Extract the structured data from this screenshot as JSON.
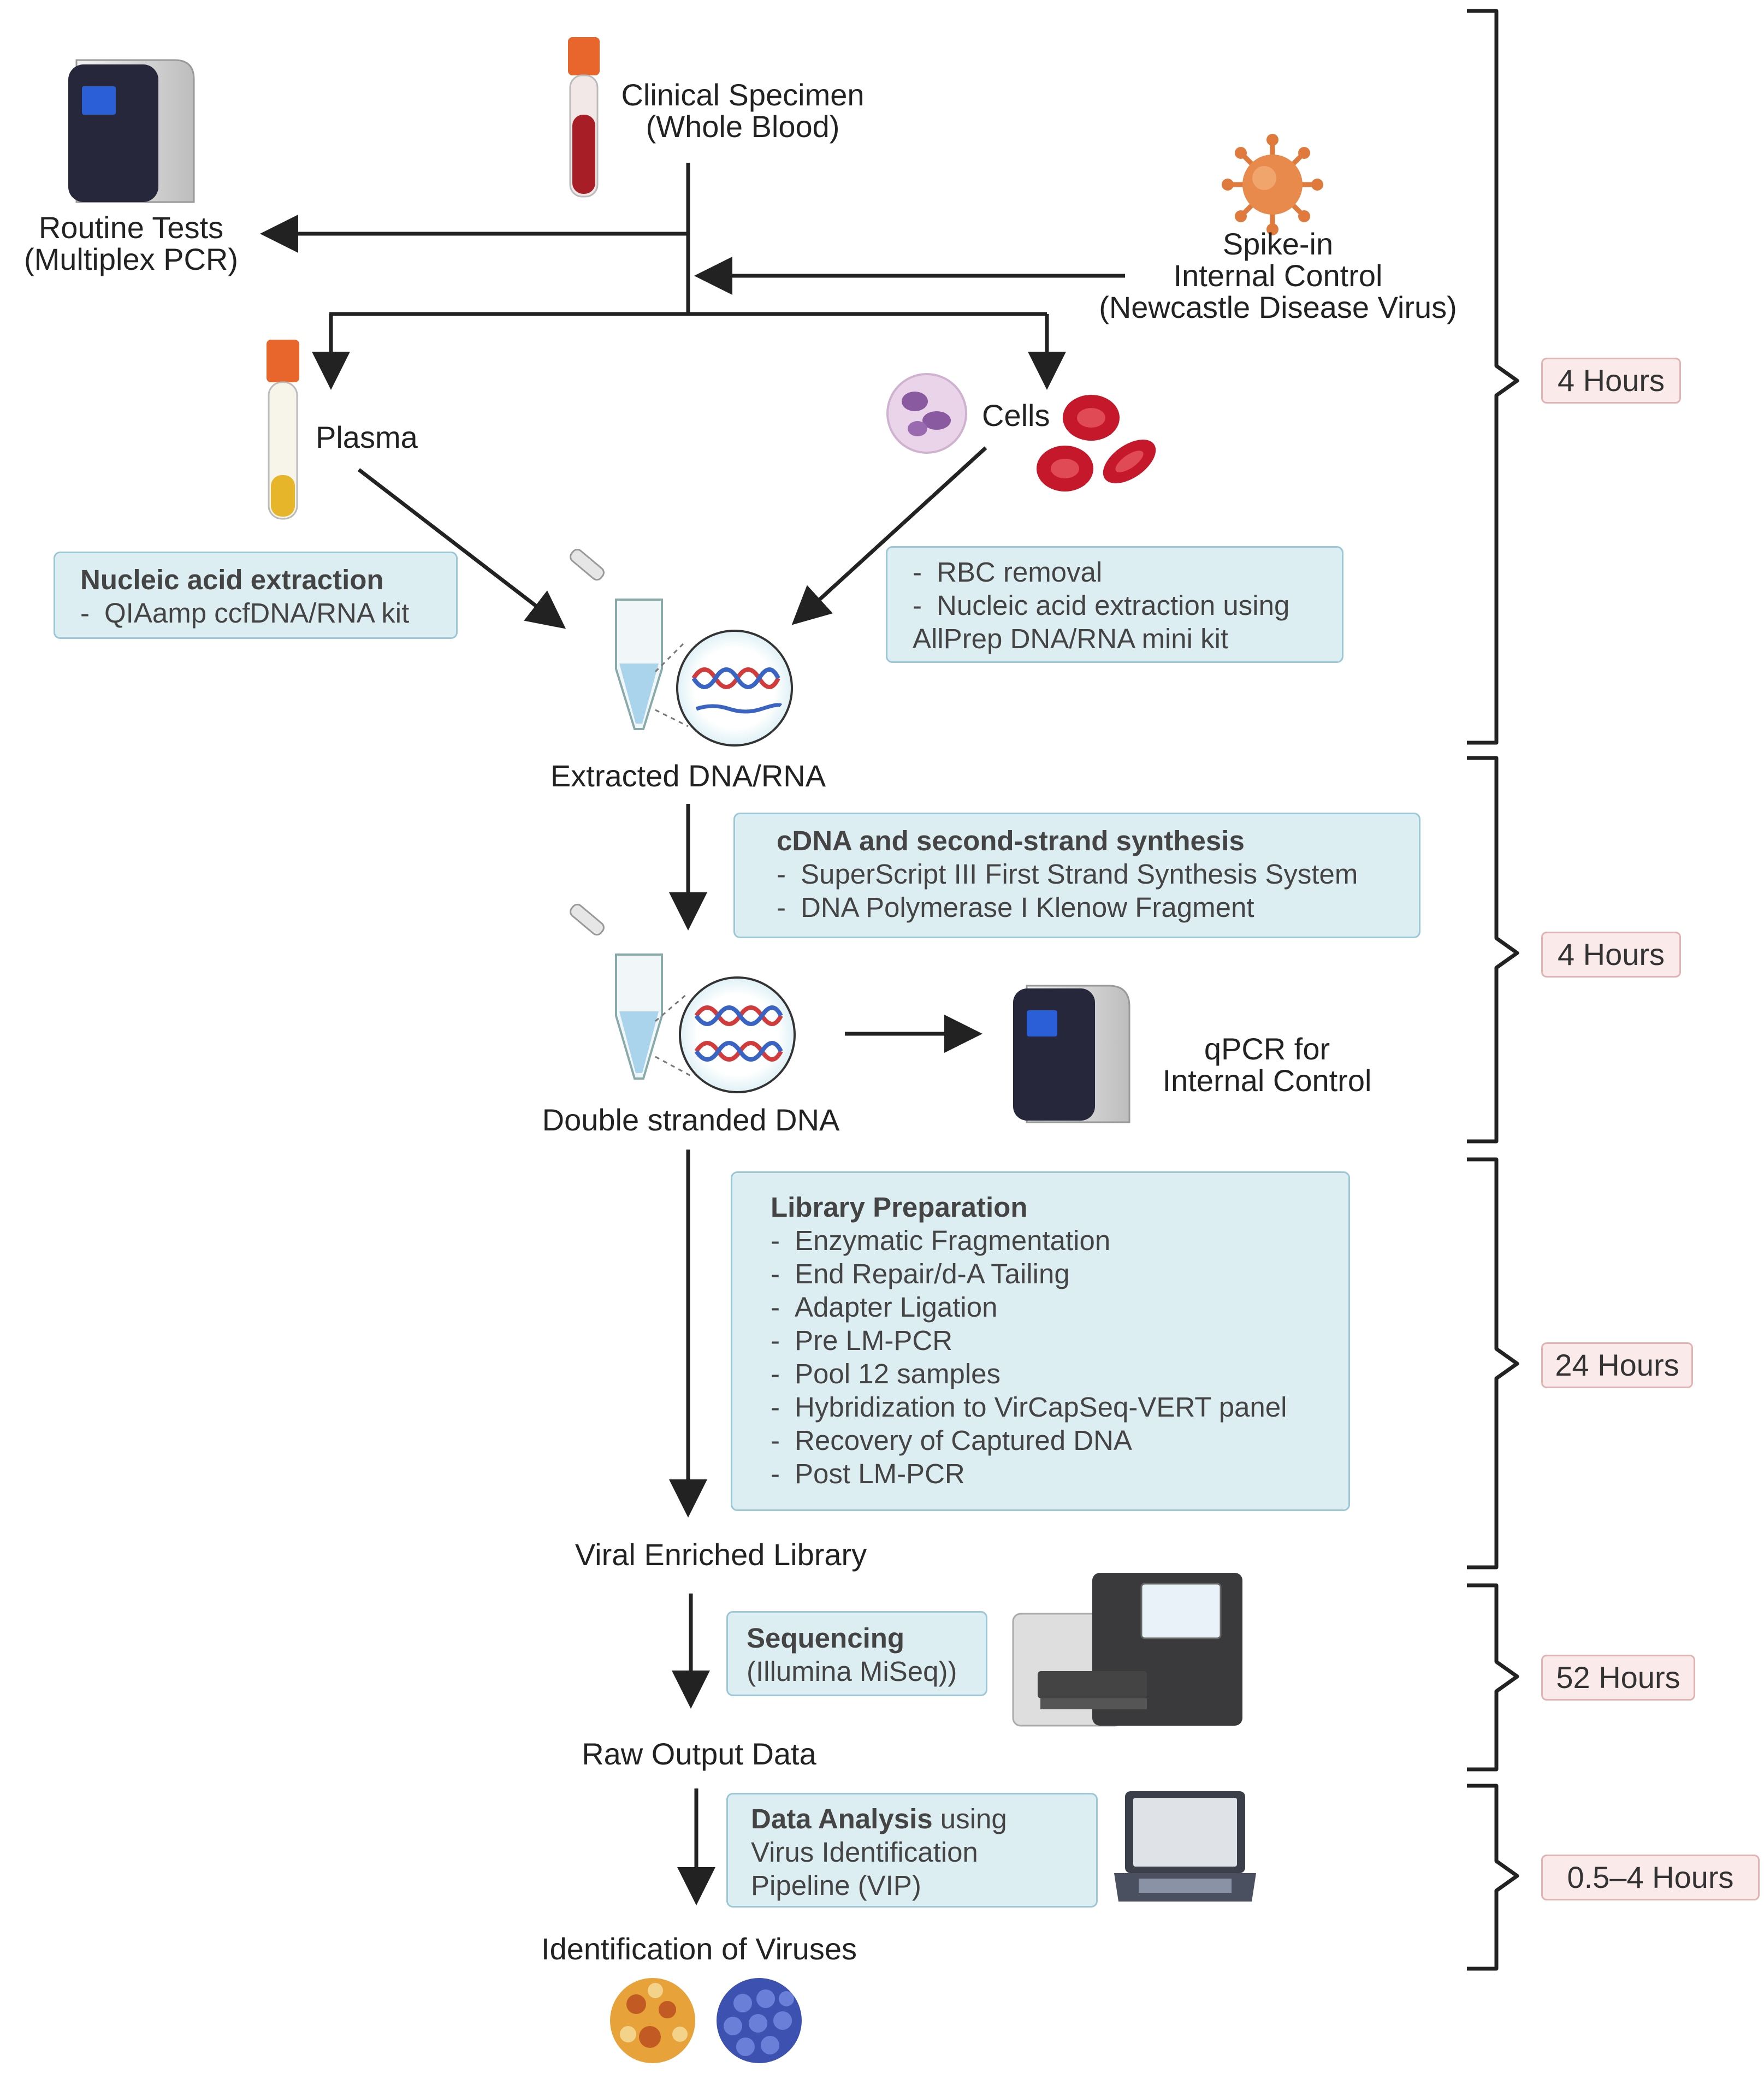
{
  "labels": {
    "clinical_specimen_line1": "Clinical Specimen",
    "clinical_specimen_line2": "(Whole Blood)",
    "routine_tests_line1": "Routine Tests",
    "routine_tests_line2": "(Multiplex PCR)",
    "spike_in_line1": "Spike-in",
    "spike_in_line2": "Internal Control",
    "spike_in_line3": "(Newcastle Disease Virus)",
    "plasma": "Plasma",
    "cells": "Cells",
    "extracted": "Extracted DNA/RNA",
    "double_stranded": "Double stranded DNA",
    "qpcr_line1": "qPCR for",
    "qpcr_line2": "Internal Control",
    "viral_library": "Viral Enriched Library",
    "raw_output": "Raw Output Data",
    "identification": "Identification of Viruses"
  },
  "boxes": {
    "nucleic": {
      "title": "Nucleic acid extraction",
      "items": [
        "QIAamp ccfDNA/RNA kit"
      ]
    },
    "rbc": {
      "item1": "RBC removal",
      "item2": "Nucleic acid extraction using",
      "item2_cont": "AllPrep DNA/RNA mini kit"
    },
    "cdna": {
      "title": "cDNA and second-strand synthesis",
      "items": [
        "SuperScript III First Strand Synthesis System",
        "DNA Polymerase I Klenow Fragment"
      ]
    },
    "library": {
      "title": "Library Preparation",
      "items": [
        "Enzymatic Fragmentation",
        "End Repair/d-A Tailing",
        "Adapter Ligation",
        "Pre LM-PCR",
        "Pool 12 samples",
        "Hybridization to VirCapSeq-VERT panel",
        "Recovery of Captured DNA",
        "Post LM-PCR"
      ]
    },
    "sequencing": {
      "title": "Sequencing",
      "line2": "(Illumina MiSeq))"
    },
    "analysis": {
      "title": "Data Analysis",
      "title_rest": " using",
      "line2": "Virus Identification",
      "line3": "Pipeline (VIP)"
    }
  },
  "times": [
    "4 Hours",
    "4 Hours",
    "24 Hours",
    "52 Hours",
    "0.5–4  Hours"
  ],
  "colors": {
    "box_fill": "#ddeef2",
    "box_border": "#9cc7d6",
    "time_fill": "#fbeaea",
    "time_border": "#e2b3b3",
    "arrow": "#222222",
    "cap_orange": "#e8652b",
    "blood_red": "#b01c24",
    "plasma_yellow": "#e6b52a",
    "virus_orange": "#e07a3c",
    "virus_blue": "#3d52b0"
  },
  "icons": [
    "pcr-machine-icon",
    "blood-tube-icon",
    "virus-icon",
    "plasma-tube-icon",
    "white-blood-cell-icon",
    "red-blood-cell-icon",
    "microtube-icon",
    "dna-rna-magnified-icon",
    "dsdna-magnified-icon",
    "qpcr-machine-icon",
    "sequencer-icon",
    "laptop-icon",
    "virus-particle-icons"
  ]
}
